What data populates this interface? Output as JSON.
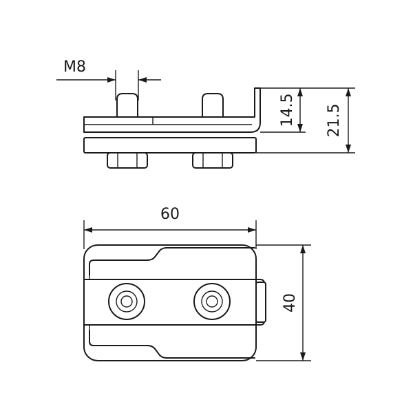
{
  "dimensions": {
    "thread": "M8",
    "length": "60",
    "width": "40",
    "lip_height": "14.5",
    "overall_height": "21.5"
  }
}
